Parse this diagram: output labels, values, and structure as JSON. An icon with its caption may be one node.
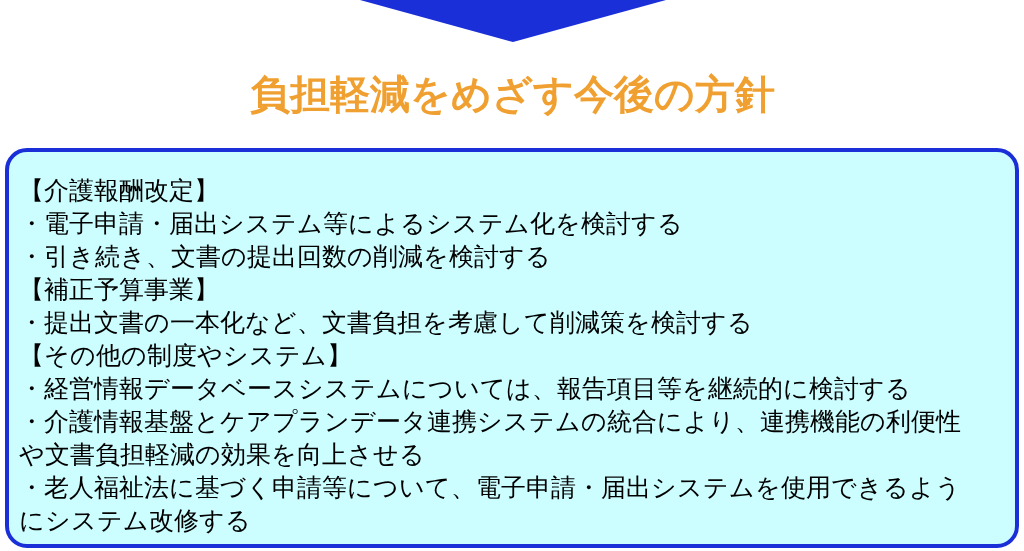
{
  "diagram": {
    "title": "負担軽減をめざす今後の方針",
    "nodes": [
      {
        "text": [
          "【介護報酬改定】",
          "・電子申請・届出システム等によるシステム化を検討する",
          "・引き続き、文書の提出回数の削減を検討する",
          "【補正予算事業】",
          "・提出文書の一本化など、文書負担を考慮して削減策を検討する",
          "【その他の制度やシステム】",
          "・経営情報データベースシステムについては、報告項目等を継続的に検討する",
          "・介護情報基盤とケアプランデータ連携システムの統合により、連携機能の利便性や文書負担軽減の効果を向上させる",
          "・老人福祉法に基づく申請等について、電子申請・届出システムを使用できるようにシステム改修する"
        ]
      }
    ]
  }
}
